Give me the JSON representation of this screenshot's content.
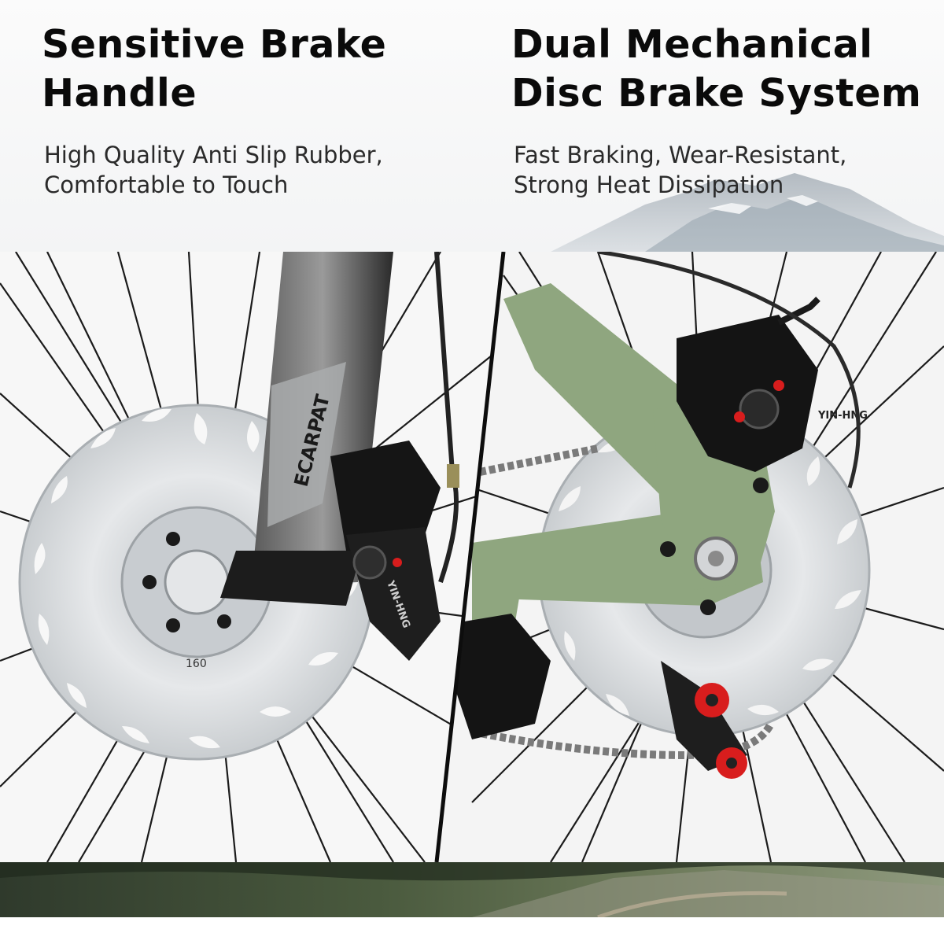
{
  "features": [
    {
      "title_line1": "Sensitive Brake",
      "title_line2": "Handle",
      "desc_line1": "High Quality Anti Slip Rubber,",
      "desc_line2": "Comfortable to Touch"
    },
    {
      "title_line1": "Dual Mechanical",
      "title_line2": "Disc Brake System",
      "desc_line1": "Fast Braking, Wear-Resistant,",
      "desc_line2": "Strong Heat Dissipation"
    }
  ],
  "photo_labels": {
    "fork_brand": "ECARPAT",
    "caliper_brand_left": "YIN-HNG",
    "caliper_brand_right": "YIN-HNG",
    "rotor_size": "160"
  },
  "colors": {
    "frame_green": "#8fa67f",
    "fork_dark": "#2b2b2b",
    "rotor_silver": "#d9dcde",
    "accent_red": "#d81d1d"
  }
}
